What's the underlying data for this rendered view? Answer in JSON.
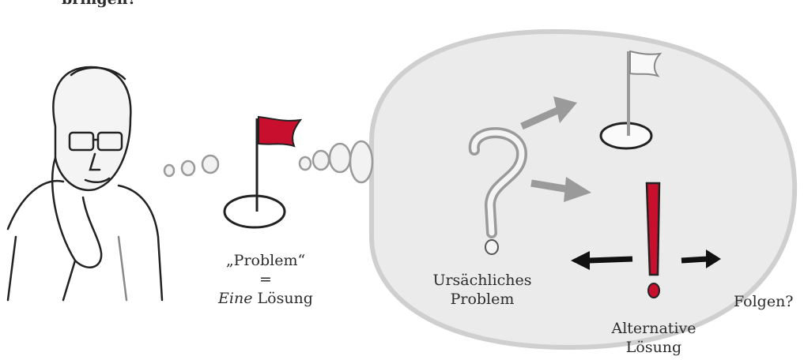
{
  "heading_fragment": "bringen?",
  "left": {
    "problem_label": "„Problem“",
    "equals": "=",
    "solution_em": "Eine",
    "solution_rest": " Lösung"
  },
  "bubble": {
    "cause_label_line1": "Ursächliches",
    "cause_label_line2": "Problem",
    "alternative_label_line1": "Alternative",
    "alternative_label_line2": "Lösung",
    "consequences_label": "Folgen?"
  },
  "colors": {
    "flag_red": "#c8102e",
    "bubble_fill": "#ebebeb",
    "bubble_stroke": "#cfcfcf",
    "arrow_gray": "#9a9a9a",
    "arrow_black": "#111111"
  }
}
